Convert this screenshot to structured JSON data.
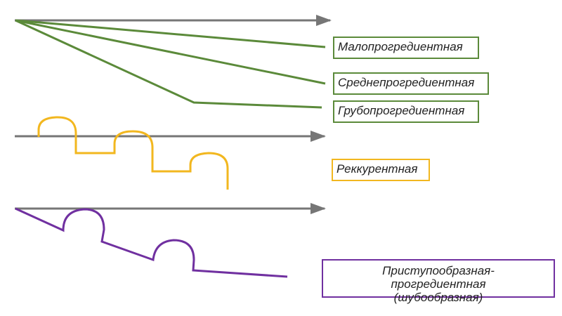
{
  "colors": {
    "axis": "#767676",
    "progressive": "#5b8a3a",
    "recurrent": "#f2b71f",
    "shift": "#7030a0"
  },
  "labels": {
    "low_progressive": "Малопрогредиентная",
    "medium_progressive": "Среднепрогредиентная",
    "high_progressive": "Грубопрогредиентная",
    "recurrent": "Реккурентная",
    "shift_like": "Приступообразная-прогредиентная (шубообразная)"
  },
  "icons": {
    "axis_arrow": "arrow-right-icon"
  }
}
